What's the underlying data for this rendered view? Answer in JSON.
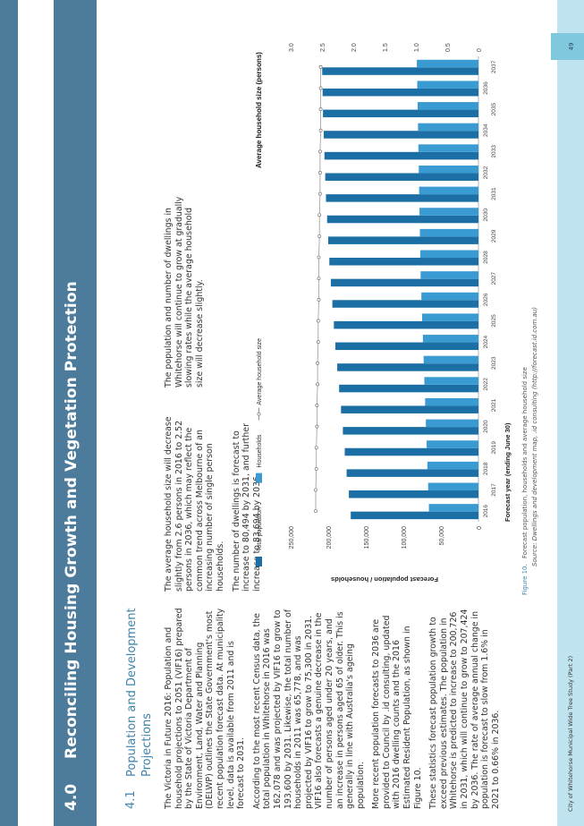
{
  "header": {
    "section_number": "4.0",
    "title": "Reconciling Housing Growth and Vegetation Protection"
  },
  "section": {
    "number": "4.1",
    "title": "Population and Development Projections"
  },
  "col1": {
    "p1": "The Victoria in Future 2016: Population and household projections to 2051 (VIF16) prepared by the State of Victoria Department of Environment, Land, Water and Planning (DELWP) outlines the State Government's most recent population forecast data. At municipality level, data is available from 2011 and is forecast to 2031.",
    "p2": "According to the most recent Census data, the total population in Whitehorse in 2016 was 162,078 and was projected by VIF16 to grow to 193,600 by 2031. Likewise, the total number of households in 2011 was 65,778, and was projected by VIF16 to grow to 75,300 in 2031. VIF16 also forecasts a genuine decrease in the number of persons aged under 20 years, and an increase in persons aged 65 of older. This is generally in line with Australia's ageing population.",
    "p3": "More recent population forecasts to 2036 are provided to Council by .id consulting, updated with 2016 dwelling counts and the 2016 Estimated Resident Population, as shown in Figure 10.",
    "p4": "These statistics forecast population growth to exceed previous estimates. The population in Whitehorse is predicted to increase to 200,726 in 2031, which will continue to grow to 207,424 by 2036. The rate of average annual change in population is forecast to slow from 1.6% in 2021 to 0.66% in 2036."
  },
  "col2": {
    "p1": "The average household size will decrease slightly from 2.6 persons in 2016 to 2.52 persons in 2036, which may reflect the common trend across Melbourne of an increasing number of single person households.",
    "p2": "The number of dwellings is forecast to increase to 80,494 by 2031, and further increase to 83,694 by 2036."
  },
  "col3": {
    "p1": "The population and number of dwellings in Whitehorse will continue to grow at gradually slowing rates while the average household size will decrease slightly."
  },
  "figure": {
    "label": "Figure 10.",
    "caption": "Forecast population, households and average household size",
    "source": "Source: Dwellings and development map, .id consulting (http://forecast.id.com.au)"
  },
  "footer": {
    "left_text": "City of Whitehorse Municipal Wide Tree Study (Part 2)",
    "page_number": "49"
  },
  "colors": {
    "population": "#1c6fa5",
    "households": "#3a9bd2",
    "line": "#999999"
  },
  "chart_data": {
    "type": "bar",
    "xlabel": "Forecast year (ending June 30)",
    "ylabel": "Forecast population / households",
    "y2label": "Average household size (persons)",
    "ylim": [
      0,
      250000
    ],
    "y2lim": [
      0,
      3.0
    ],
    "yticks": [
      "0",
      "50,000",
      "100,000",
      "150,000",
      "200,000",
      "250,000"
    ],
    "y2ticks": [
      "0",
      "0.5",
      "1.0",
      "1.5",
      "2.0",
      "2.5",
      "3.0"
    ],
    "categories": [
      "2016",
      "2017",
      "2018",
      "2019",
      "2020",
      "2021",
      "2022",
      "2023",
      "2024",
      "2025",
      "2026",
      "2027",
      "2028",
      "2029",
      "2030",
      "2031",
      "2032",
      "2033",
      "2034",
      "2035",
      "2036",
      "2037"
    ],
    "series": [
      {
        "name": "Total population",
        "kind": "bar",
        "values": [
          170000,
          172500,
          175500,
          178000,
          180500,
          183000,
          185500,
          188000,
          190500,
          192500,
          194500,
          196500,
          198500,
          200000,
          201500,
          203000,
          204000,
          205000,
          206000,
          207000,
          207500,
          208000
        ]
      },
      {
        "name": "Households",
        "kind": "bar",
        "values": [
          66000,
          67000,
          68000,
          69000,
          70000,
          71000,
          72000,
          73000,
          74000,
          75000,
          76000,
          77000,
          77500,
          78000,
          78500,
          79000,
          79500,
          80000,
          80500,
          81000,
          81500,
          82000
        ]
      },
      {
        "name": "Average household size",
        "kind": "line",
        "axis": "right",
        "values": [
          2.6,
          2.6,
          2.59,
          2.59,
          2.58,
          2.58,
          2.57,
          2.57,
          2.56,
          2.56,
          2.55,
          2.55,
          2.55,
          2.54,
          2.54,
          2.53,
          2.53,
          2.53,
          2.52,
          2.52,
          2.52,
          2.52
        ]
      }
    ],
    "legend": "top-left",
    "grid": false
  }
}
